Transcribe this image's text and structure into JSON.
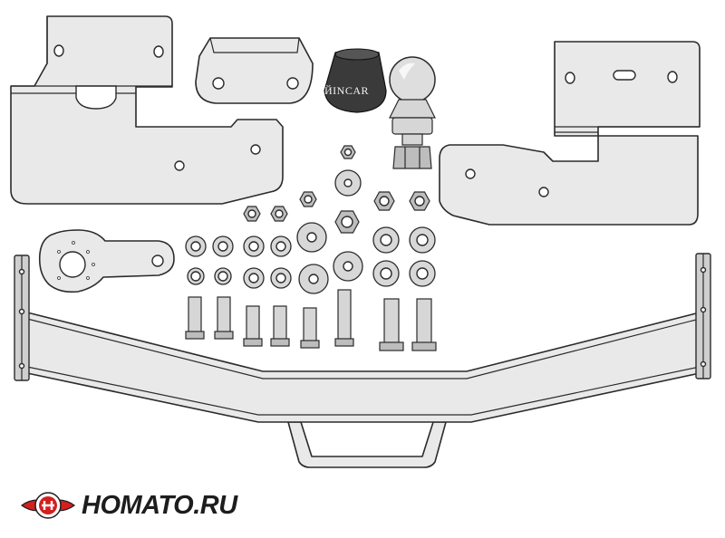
{
  "cap": {
    "label": "ЙINCAR"
  },
  "brand": {
    "name": "HOMATO.RU",
    "logo_color": "#d41f1f",
    "icon": "car-badge-logo"
  },
  "parts": [
    "left-mounting-bracket",
    "center-mounting-plate",
    "tow-ball-cap",
    "tow-ball",
    "right-mounting-bracket",
    "socket-plate",
    "nuts",
    "washers",
    "bolts",
    "cross-beam"
  ]
}
